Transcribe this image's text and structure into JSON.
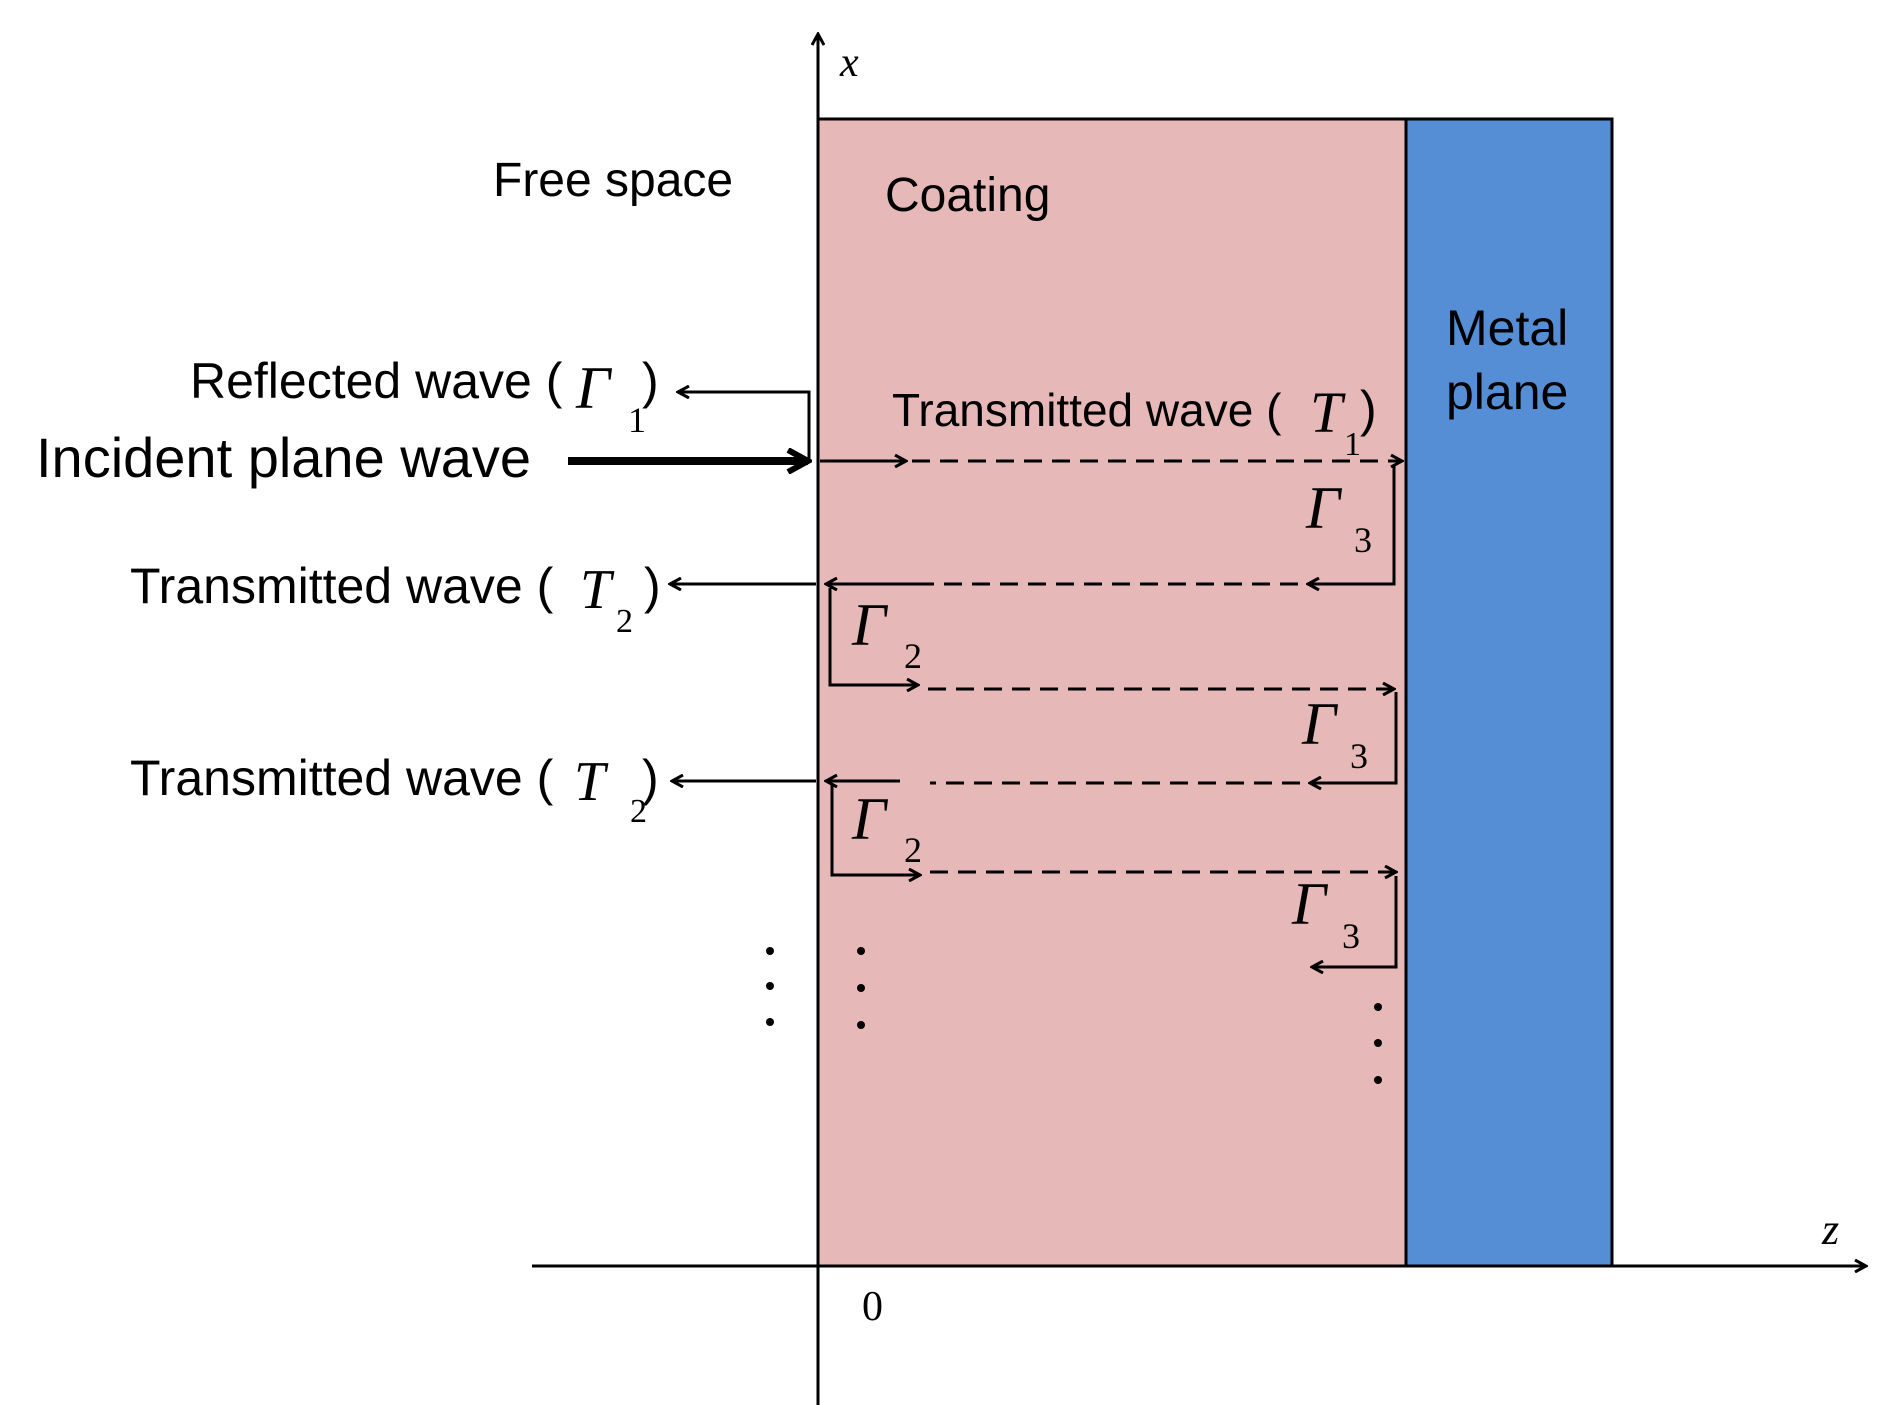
{
  "colors": {
    "coating": "#e6b8b7",
    "metal": "#558ed5",
    "line": "#000000"
  },
  "axes": {
    "x_label": "x",
    "z_label": "z",
    "origin_label": "0"
  },
  "regions": {
    "free_space": "Free space",
    "coating": "Coating",
    "metal_line1": "Metal",
    "metal_line2": "plane"
  },
  "waves": {
    "incident": "Incident plane wave",
    "reflected": "Reflected wave (",
    "transmitted_t1": "Transmitted wave (",
    "transmitted_t2_a": "Transmitted wave (",
    "transmitted_t2_b": "Transmitted wave ("
  },
  "symbols": {
    "gamma": "Γ",
    "T": "T",
    "close_paren": ")",
    "sub1": "1",
    "sub2": "2",
    "sub3": "3"
  }
}
